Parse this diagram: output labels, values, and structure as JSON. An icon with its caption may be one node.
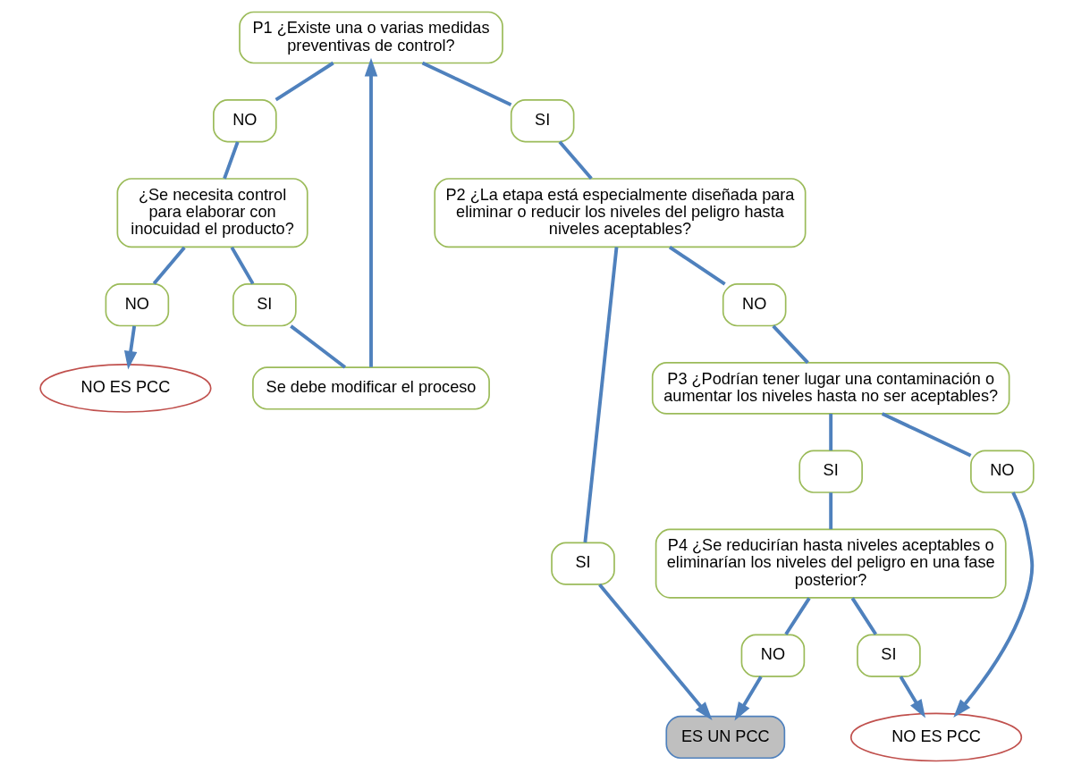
{
  "diagram": {
    "nodes": [
      {
        "text": [
          "P1 ¿Existe una o varias medidas preventivas de control?"
        ]
      },
      {
        "text": [
          "NO"
        ]
      },
      {
        "text": [
          "¿Se necesita control para elaborar con inocuidad el producto?"
        ]
      },
      {
        "text": [
          "NO"
        ]
      },
      {
        "text": [
          "NO ES PCC"
        ]
      },
      {
        "text": [
          "SI"
        ]
      },
      {
        "text": [
          "Se debe modificar el proceso"
        ]
      },
      {
        "text": [
          "SI"
        ]
      },
      {
        "text": [
          "P2 ¿La etapa está especialmente diseñada para eliminar o reducir los niveles del peligro hasta niveles aceptables?"
        ]
      },
      {
        "text": [
          "SI"
        ]
      },
      {
        "text": [
          "ES UN PCC"
        ]
      },
      {
        "text": [
          "NO"
        ]
      },
      {
        "text": [
          "P3 ¿Podrían tener lugar una contaminación o aumentar los niveles hasta no ser aceptables?"
        ]
      },
      {
        "text": [
          "NO"
        ]
      },
      {
        "text": [
          "NO ES PCC"
        ]
      },
      {
        "text": [
          "SI"
        ]
      },
      {
        "text": [
          "P4 ¿Se reducirían hasta niveles aceptables o eliminarían los niveles del peligro en una fase posterior?"
        ]
      },
      {
        "text": [
          "SI"
        ]
      },
      {
        "text": [
          "NO"
        ]
      }
    ],
    "edges": [
      {
        "from": 0,
        "to": 1,
        "arrow": "none"
      },
      {
        "from": 1,
        "to": 2,
        "arrow": "none"
      },
      {
        "from": 2,
        "to": 3,
        "arrow": "none"
      },
      {
        "from": 3,
        "to": 4,
        "arrow": "to"
      },
      {
        "from": 2,
        "to": 5,
        "arrow": "none"
      },
      {
        "from": 5,
        "to": 6,
        "arrow": "none"
      },
      {
        "from": 6,
        "to": 0,
        "arrow": "to"
      },
      {
        "from": 0,
        "to": 7,
        "arrow": "none"
      },
      {
        "from": 7,
        "to": 8,
        "arrow": "none"
      },
      {
        "from": 8,
        "to": 9,
        "arrow": "none"
      },
      {
        "from": 9,
        "to": 10,
        "arrow": "to"
      },
      {
        "from": 8,
        "to": 11,
        "arrow": "none"
      },
      {
        "from": 11,
        "to": 12,
        "arrow": "none"
      },
      {
        "from": 12,
        "to": 13,
        "arrow": "none"
      },
      {
        "from": 13,
        "to": 14,
        "arrow": "to"
      },
      {
        "from": 12,
        "to": 15,
        "arrow": "none"
      },
      {
        "from": 15,
        "to": 16,
        "arrow": "none"
      },
      {
        "from": 16,
        "to": 17,
        "arrow": "none"
      },
      {
        "from": 17,
        "to": 14,
        "arrow": "to"
      },
      {
        "from": 16,
        "to": 18,
        "arrow": "none"
      },
      {
        "from": 18,
        "to": 10,
        "arrow": "to"
      }
    ]
  }
}
